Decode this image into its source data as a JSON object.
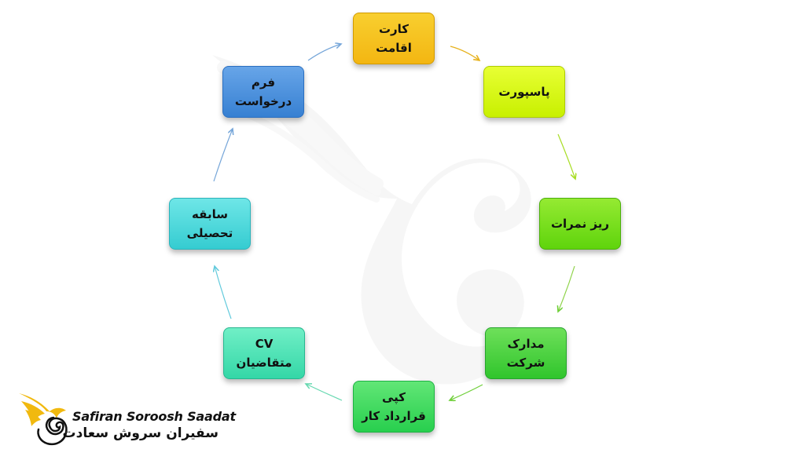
{
  "steps": [
    {
      "id": "residence-card",
      "lines": [
        "کارت",
        "اقامت"
      ]
    },
    {
      "id": "passport",
      "lines": [
        "پاسپورت"
      ]
    },
    {
      "id": "transcript",
      "lines": [
        "ریز نمرات"
      ]
    },
    {
      "id": "company-docs",
      "lines": [
        "مدارک",
        "شرکت"
      ]
    },
    {
      "id": "work-contract",
      "lines": [
        "کپی",
        "قرارداد کار"
      ]
    },
    {
      "id": "cv",
      "lines": [
        "CV",
        "متقاضیان"
      ]
    },
    {
      "id": "education",
      "lines": [
        "سابقه",
        "تحصیلی"
      ]
    },
    {
      "id": "application",
      "lines": [
        "فرم",
        "درخواست"
      ]
    }
  ],
  "logo": {
    "name_en": "Safiran Soroosh Saadat",
    "name_fa": "سفیران سروش سعادت"
  },
  "colors": {
    "residence_card": "#f6c51f",
    "passport": "#d8f810",
    "transcript": "#79df1d",
    "company_docs": "#4dd13e",
    "work_contract": "#3fd95f",
    "cv": "#4fe3b8",
    "education": "#48d8dc",
    "application": "#4b91dc",
    "logo_gold": "#f1b90f"
  }
}
